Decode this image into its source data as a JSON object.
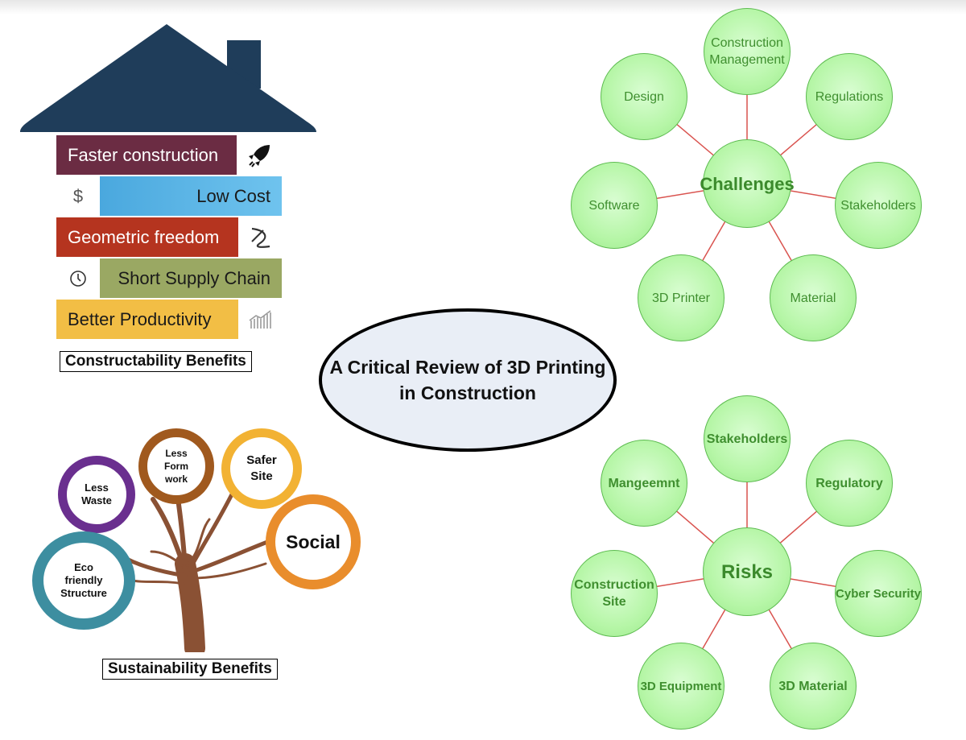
{
  "title_lines": [
    "A Critical Review of 3D Printing",
    "in Construction"
  ],
  "constructability": {
    "caption": "Constructability Benefits",
    "items": [
      {
        "label": "Faster construction",
        "icon": "rocket-icon",
        "color": "#6b2c43"
      },
      {
        "label": "Low Cost",
        "icon": "dollar-icon",
        "color": "#5fb7e8"
      },
      {
        "label": "Geometric freedom",
        "icon": "design-curve-icon",
        "color": "#b5341f"
      },
      {
        "label": "Short Supply Chain",
        "icon": "clock-icon",
        "color": "#9aa863"
      },
      {
        "label": "Better Productivity",
        "icon": "growth-chart-icon",
        "color": "#f2be45"
      }
    ],
    "roof_color": "#1f3d5a"
  },
  "sustainability": {
    "caption": "Sustainability Benefits",
    "items": [
      {
        "label": "Less\nWaste",
        "ring_color": "#6a2f8f"
      },
      {
        "label": "Less\nForm\nwork",
        "ring_color": "#a0591e"
      },
      {
        "label": "Safer\nSite",
        "ring_color": "#f2b233"
      },
      {
        "label": "Social",
        "ring_color": "#e98d2c"
      },
      {
        "label": "Eco\nfriendly\nStructure",
        "ring_color": "#3d8ea0"
      }
    ],
    "trunk_color": "#8a5134"
  },
  "challenges": {
    "hub": "Challenges",
    "nodes": [
      "Construction\nManagement",
      "Regulations",
      "Stakeholders",
      "Material",
      "3D Printer",
      "Software",
      "Design"
    ]
  },
  "risks": {
    "hub": "Risks",
    "nodes": [
      "Stakeholders",
      "Regulatory",
      "Cyber Security",
      "3D Material",
      "3D Equipment",
      "Construction\nSite",
      "Mangeemnt"
    ]
  },
  "colors": {
    "bubble_text": "#3f8f2f",
    "connector": "#d9534f",
    "center_fill": "#e9eef6"
  }
}
